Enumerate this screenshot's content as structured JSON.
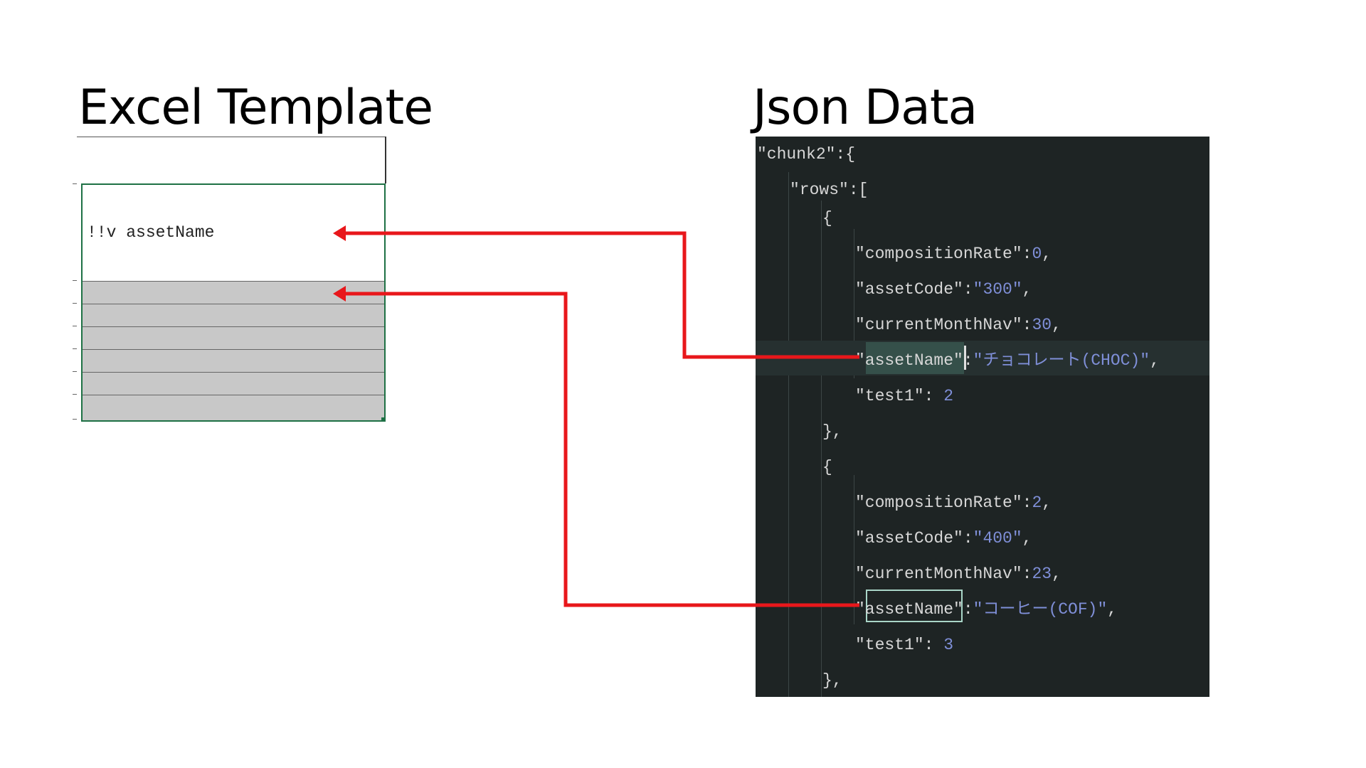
{
  "titles": {
    "excel": "Excel Template",
    "json": "Json Data"
  },
  "excel": {
    "template_cell": "!!v assetName",
    "grey_rows": 6
  },
  "code": {
    "lines": [
      {
        "indent": 0,
        "tokens": [
          {
            "t": "\"chunk2\"",
            "c": "key"
          },
          {
            "t": ":{",
            "c": "punc"
          }
        ]
      },
      {
        "indent": 1,
        "tokens": [
          {
            "t": "\"rows\"",
            "c": "key"
          },
          {
            "t": ":[",
            "c": "punc"
          }
        ]
      },
      {
        "indent": 2,
        "tokens": [
          {
            "t": "{",
            "c": "punc"
          }
        ]
      },
      {
        "indent": 3,
        "tokens": [
          {
            "t": "\"compositionRate\"",
            "c": "key"
          },
          {
            "t": ":",
            "c": "punc"
          },
          {
            "t": "0",
            "c": "num"
          },
          {
            "t": ",",
            "c": "punc"
          }
        ]
      },
      {
        "indent": 3,
        "tokens": [
          {
            "t": "\"assetCode\"",
            "c": "key"
          },
          {
            "t": ":",
            "c": "punc"
          },
          {
            "t": "\"300\"",
            "c": "str"
          },
          {
            "t": ",",
            "c": "punc"
          }
        ]
      },
      {
        "indent": 3,
        "tokens": [
          {
            "t": "\"currentMonthNav\"",
            "c": "key"
          },
          {
            "t": ":",
            "c": "punc"
          },
          {
            "t": "30",
            "c": "num"
          },
          {
            "t": ",",
            "c": "punc"
          }
        ]
      },
      {
        "indent": 3,
        "tokens": [
          {
            "t": "\"assetName\"",
            "c": "key"
          },
          {
            "t": ":",
            "c": "punc"
          },
          {
            "t": "\"チョコレート(CHOC)\"",
            "c": "str"
          },
          {
            "t": ",",
            "c": "punc"
          }
        ]
      },
      {
        "indent": 3,
        "tokens": [
          {
            "t": "\"test1\"",
            "c": "key"
          },
          {
            "t": ": ",
            "c": "punc"
          },
          {
            "t": "2",
            "c": "num"
          }
        ]
      },
      {
        "indent": 2,
        "tokens": [
          {
            "t": "},",
            "c": "punc"
          }
        ]
      },
      {
        "indent": 2,
        "tokens": [
          {
            "t": "{",
            "c": "punc"
          }
        ]
      },
      {
        "indent": 3,
        "tokens": [
          {
            "t": "\"compositionRate\"",
            "c": "key"
          },
          {
            "t": ":",
            "c": "punc"
          },
          {
            "t": "2",
            "c": "num"
          },
          {
            "t": ",",
            "c": "punc"
          }
        ]
      },
      {
        "indent": 3,
        "tokens": [
          {
            "t": "\"assetCode\"",
            "c": "key"
          },
          {
            "t": ":",
            "c": "punc"
          },
          {
            "t": "\"400\"",
            "c": "str"
          },
          {
            "t": ",",
            "c": "punc"
          }
        ]
      },
      {
        "indent": 3,
        "tokens": [
          {
            "t": "\"currentMonthNav\"",
            "c": "key"
          },
          {
            "t": ":",
            "c": "punc"
          },
          {
            "t": "23",
            "c": "num"
          },
          {
            "t": ",",
            "c": "punc"
          }
        ]
      },
      {
        "indent": 3,
        "tokens": [
          {
            "t": "\"assetName\"",
            "c": "key"
          },
          {
            "t": ":",
            "c": "punc"
          },
          {
            "t": "\"コーヒー(COF)\"",
            "c": "str"
          },
          {
            "t": ",",
            "c": "punc"
          }
        ]
      },
      {
        "indent": 3,
        "tokens": [
          {
            "t": "\"test1\"",
            "c": "key"
          },
          {
            "t": ": ",
            "c": "punc"
          },
          {
            "t": "3",
            "c": "num"
          }
        ]
      },
      {
        "indent": 2,
        "tokens": [
          {
            "t": "},",
            "c": "punc"
          }
        ]
      }
    ]
  },
  "colors": {
    "arrow": "#e8171b",
    "editor_background": "#1e2424",
    "selection_border": "#1e7145",
    "grey_cell": "#c8c8c8",
    "code_value": "#7f8fd8"
  }
}
